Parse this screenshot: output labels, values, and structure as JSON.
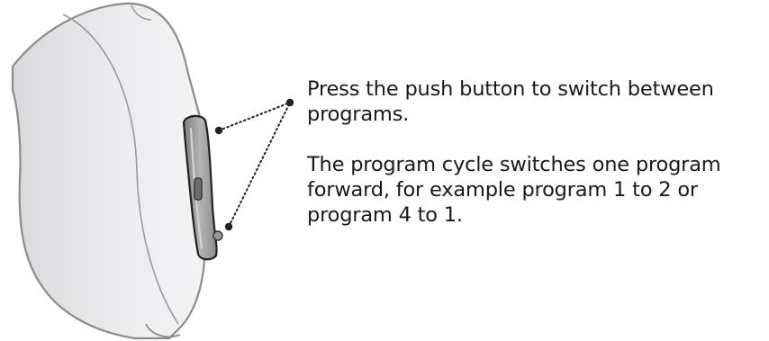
{
  "callout": {
    "line1": "Press the push button to switch between programs.",
    "line2": "The program cycle switches one program forward, for example program 1 to 2 or program 4 to 1."
  },
  "colors": {
    "device_fill": "#ebebed",
    "device_outline": "#8c8c8c",
    "button_fill": "#a0a0a0",
    "button_outline": "#222222",
    "leader": "#222222",
    "text": "#1a1a1a"
  },
  "icons": [
    "hearing-aid-device",
    "push-button"
  ]
}
